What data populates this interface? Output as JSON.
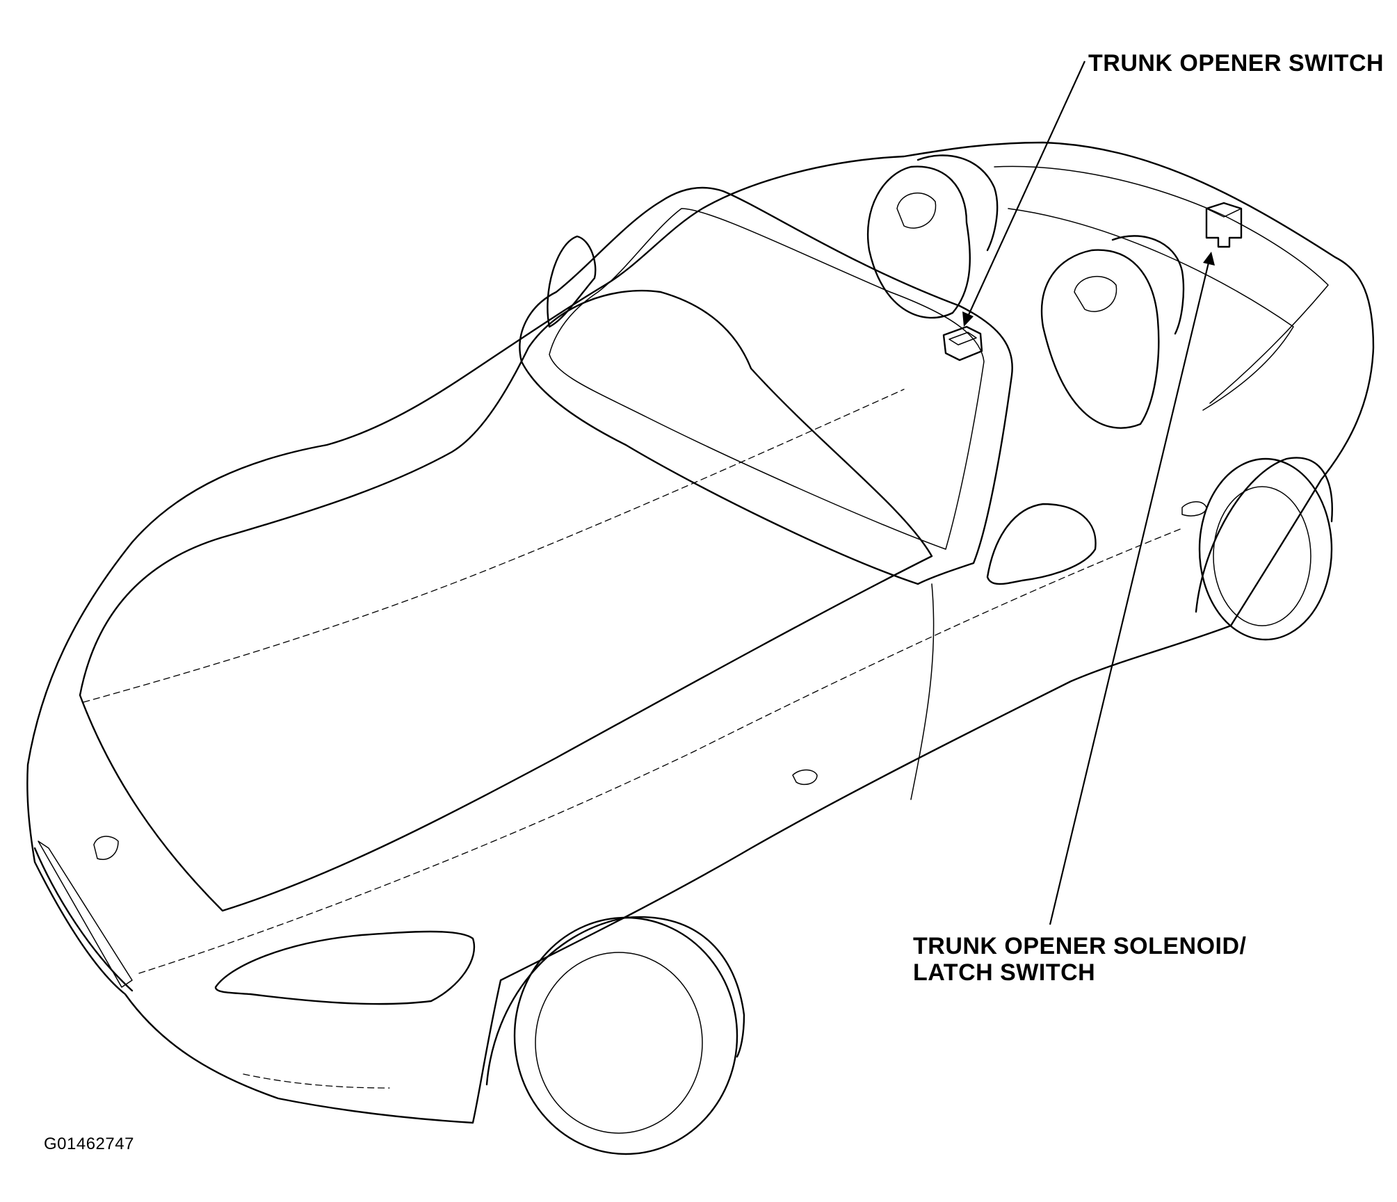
{
  "callouts": {
    "trunk_opener_switch": "TRUNK OPENER SWITCH",
    "solenoid_line1": "TRUNK OPENER SOLENOID/",
    "solenoid_line2": "LATCH SWITCH"
  },
  "figure_code": "G01462747"
}
